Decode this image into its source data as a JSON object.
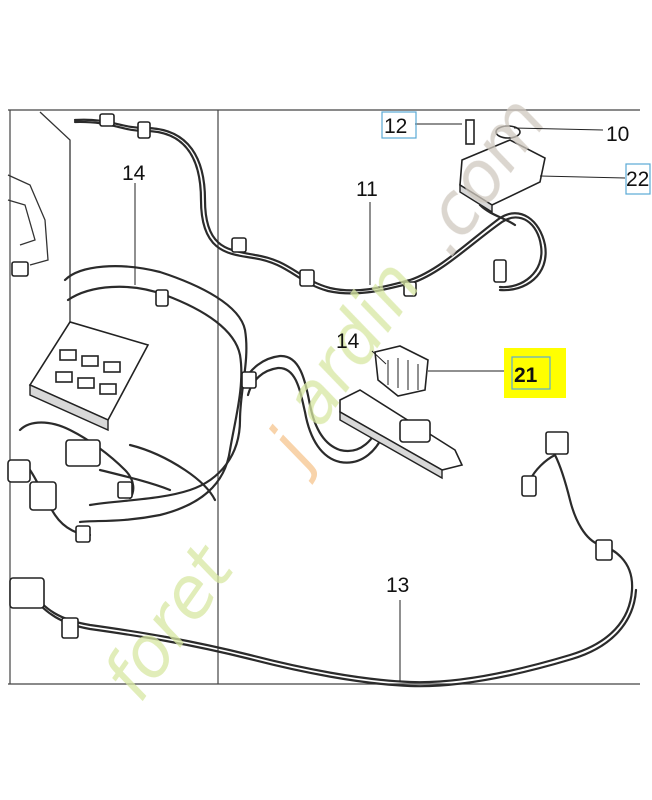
{
  "labels": {
    "l10": "10",
    "l11": "11",
    "l12": "12",
    "l13": "13",
    "l14a": "14",
    "l14b": "14",
    "l21": "21",
    "l22": "22"
  },
  "watermark": "foretjardin.com",
  "colors": {
    "highlight": "#ffff00",
    "box_outline": "#5aa9d6",
    "watermark_green": "#d7e7a2",
    "watermark_orange": "#f6c58e",
    "watermark_gray": "#cfc8bf"
  }
}
